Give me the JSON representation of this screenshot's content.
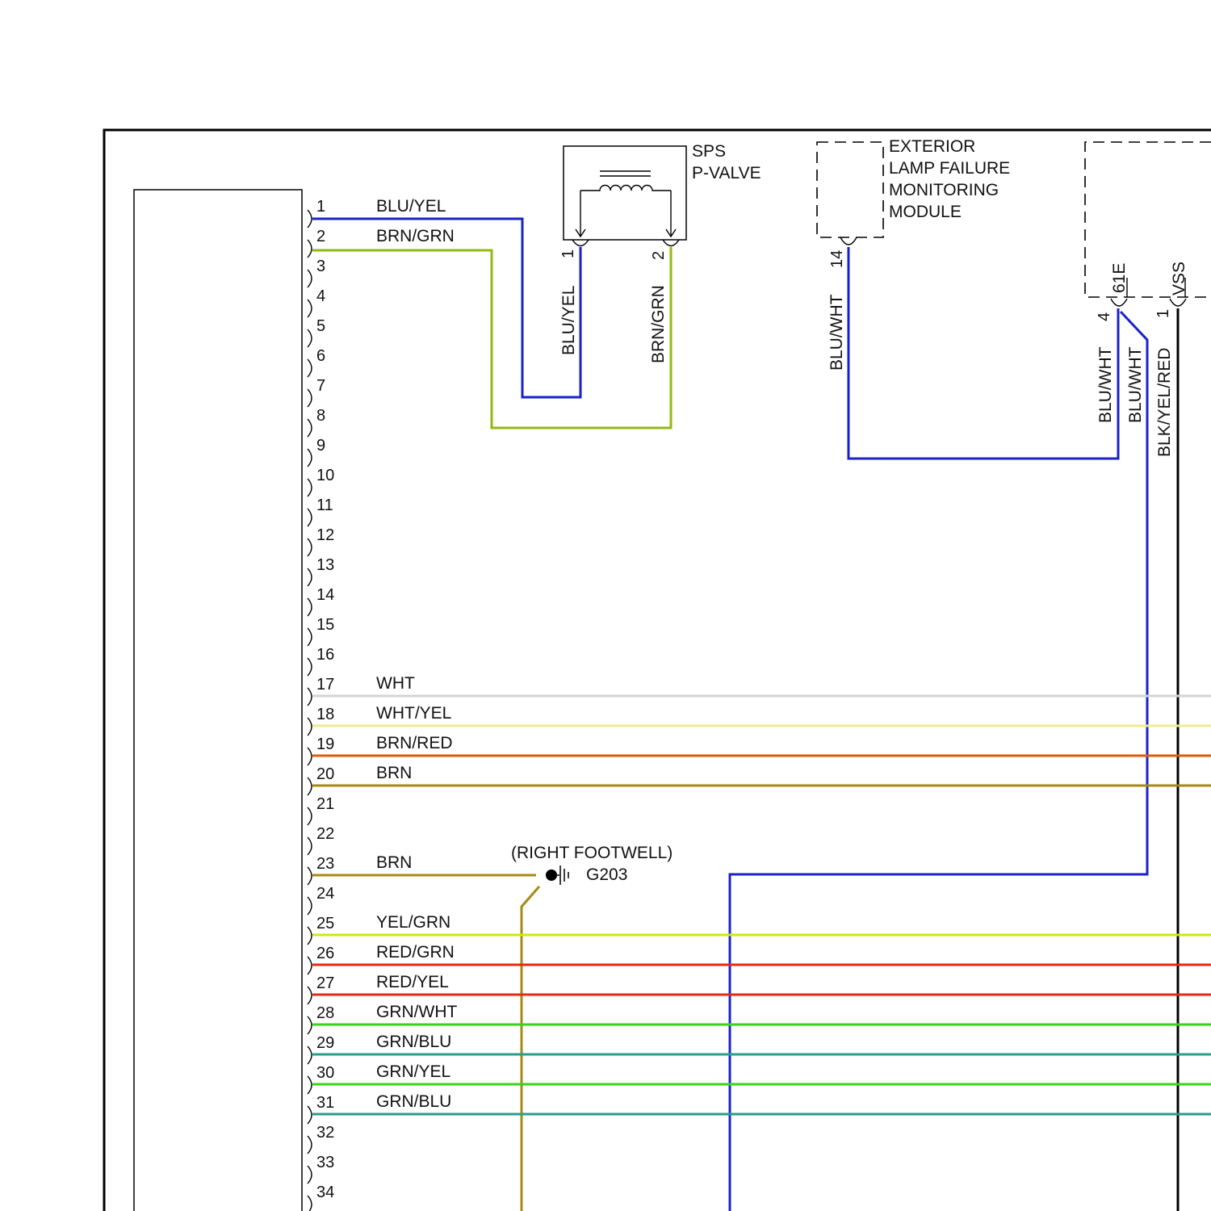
{
  "colors": {
    "BLU": "#1a22c8",
    "BLU_WHT": "#1a22c8",
    "BLK": "#000000",
    "WHT": "#d4d4d4",
    "WHT_YEL": "#ecec90",
    "BRN_RED": "#e25a0a",
    "BRN": "#a58a14",
    "BRN_GRN": "#92b812",
    "YEL_GRN": "#cce810",
    "RED": "#e42a10",
    "GRN": "#3cd21c",
    "GRN_BLU": "#2a9c8c"
  },
  "connector": {
    "pins": [
      "1",
      "2",
      "3",
      "4",
      "5",
      "6",
      "7",
      "8",
      "9",
      "10",
      "11",
      "12",
      "13",
      "14",
      "15",
      "16",
      "17",
      "18",
      "19",
      "20",
      "21",
      "22",
      "23",
      "24",
      "25",
      "26",
      "27",
      "28",
      "29",
      "30",
      "31",
      "32",
      "33",
      "34"
    ]
  },
  "wire_labels": {
    "1": "BLU/YEL",
    "2": "BRN/GRN",
    "17": "WHT",
    "18": "WHT/YEL",
    "19": "BRN/RED",
    "20": "BRN",
    "23": "BRN",
    "25": "YEL/GRN",
    "26": "RED/GRN",
    "27": "RED/YEL",
    "28": "GRN/WHT",
    "29": "GRN/BLU",
    "30": "GRN/YEL",
    "31": "GRN/BLU"
  },
  "sps_valve": {
    "title_line1": "SPS",
    "title_line2": "P-VALVE",
    "pin1": "1",
    "pin2": "2",
    "wire1_label": "BLU/YEL",
    "wire2_label": "BRN/GRN"
  },
  "lamp_module": {
    "line1": "EXTERIOR",
    "line2": "LAMP FAILURE",
    "line3": "MONITORING",
    "line4": "MODULE",
    "pin": "14",
    "wire_label": "BLU/WHT"
  },
  "right_module": {
    "pin4": "4",
    "pin4_name": "61E",
    "pin1": "1",
    "pin1_name": "VSS",
    "wire_a_label": "BLU/WHT",
    "wire_b_label": "BLU/WHT",
    "wire_c_label": "BLK/YEL/RED"
  },
  "ground": {
    "location": "(RIGHT FOOTWELL)",
    "id": "G203"
  }
}
